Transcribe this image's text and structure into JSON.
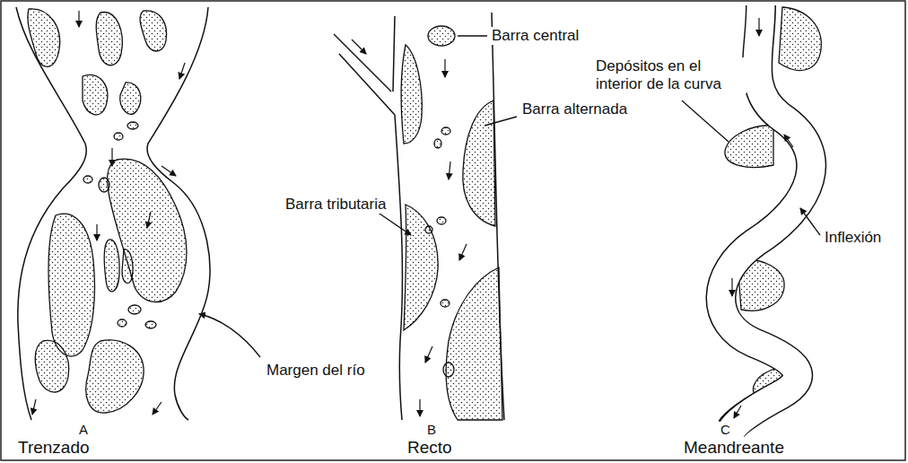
{
  "diagram": {
    "labels": [
      "Barra central",
      "Depósitos en el interior de la curva",
      "Barra alternada",
      "Barra tributaria",
      "Inflexión",
      "Margen del río",
      "A",
      "Trenzado",
      "B",
      "Recto",
      "C",
      "Meandreante"
    ]
  }
}
